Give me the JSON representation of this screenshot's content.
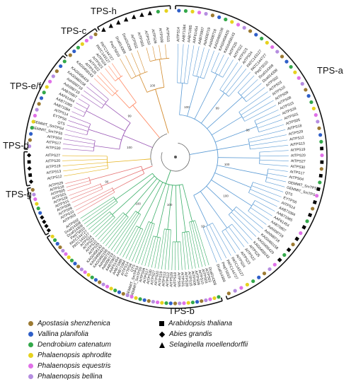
{
  "clades": {
    "tps_a": "TPS-a",
    "tps_b": "TPS-b",
    "tps_c": "TPS-c",
    "tps_d": "TPS-d",
    "tps_e_f": "TPS-e/f",
    "tps_g": "TPS-g",
    "tps_h": "TPS-h"
  },
  "colors": {
    "apostasia": "#9c7a32",
    "vanilla": "#2f5fc8",
    "dendrobium": "#33a84a",
    "phal_aphrodite": "#e6d21e",
    "phal_equestris": "#e070e8",
    "phal_bellina": "#b58de0",
    "branch_a": "#5b9bd5",
    "branch_b": "#3daf6a",
    "branch_c": "#ff8a65",
    "branch_d": "#e6b422",
    "branch_ef": "#9b59b6",
    "branch_g": "#e57373",
    "branch_h": "#d28a2c"
  },
  "legend": {
    "species": [
      {
        "name": "Apostasia shenzhenica",
        "color": "#9c7a32"
      },
      {
        "name": "Vallina planifolia",
        "color": "#2f5fc8"
      },
      {
        "name": "Dendrobium catenatum",
        "color": "#33a84a"
      },
      {
        "name": "Phalaenopsis aphrodite",
        "color": "#e6d21e"
      },
      {
        "name": "Phalaenopsis equestris",
        "color": "#e070e8"
      },
      {
        "name": "Phalaenopsis bellina",
        "color": "#b58de0"
      }
    ],
    "outgroups": [
      {
        "name": "Arabidopsis thaliana",
        "shape": "square"
      },
      {
        "name": "Abies grandis",
        "shape": "diamond"
      },
      {
        "name": "Selaginella moellendorffii",
        "shape": "triangle"
      }
    ]
  },
  "leaf_labels": [
    "AtTPS14",
    "AAB71084",
    "AAB71085",
    "AAF61454",
    "AAB70907",
    "Ash008719",
    "Ash008718",
    "KAG0460158",
    "KAG0456429",
    "KAG0458143",
    "AtTPS25",
    "AtTPS22",
    "AtTPS23",
    "AtTPS24",
    "PATC143127",
    "PATC144727",
    "PeqTS010",
    "Dca014309",
    "Dca014308",
    "AtTPS02",
    "AtTPS03",
    "AtTPS10",
    "AtTPS09",
    "AtTPS08",
    "AtTPS15",
    "AtTPS28",
    "AtTPS01",
    "AtTPS05",
    "AtTPS18",
    "AtTPS29",
    "AtTPS12",
    "AtTPS13",
    "AtTPS19",
    "AtTPS20",
    "AtTPS27",
    "AtTPS30",
    "AtTPS17",
    "AtTPS04",
    "GEMMIT_SmTPS5",
    "GEMMIT_SmTPS4",
    "QTS",
    "EYTPS6"
  ],
  "bootstrap_values": [
    "100",
    "99",
    "98",
    "100",
    "100",
    "93",
    "100",
    "100",
    "96",
    "100",
    "99",
    "100"
  ]
}
